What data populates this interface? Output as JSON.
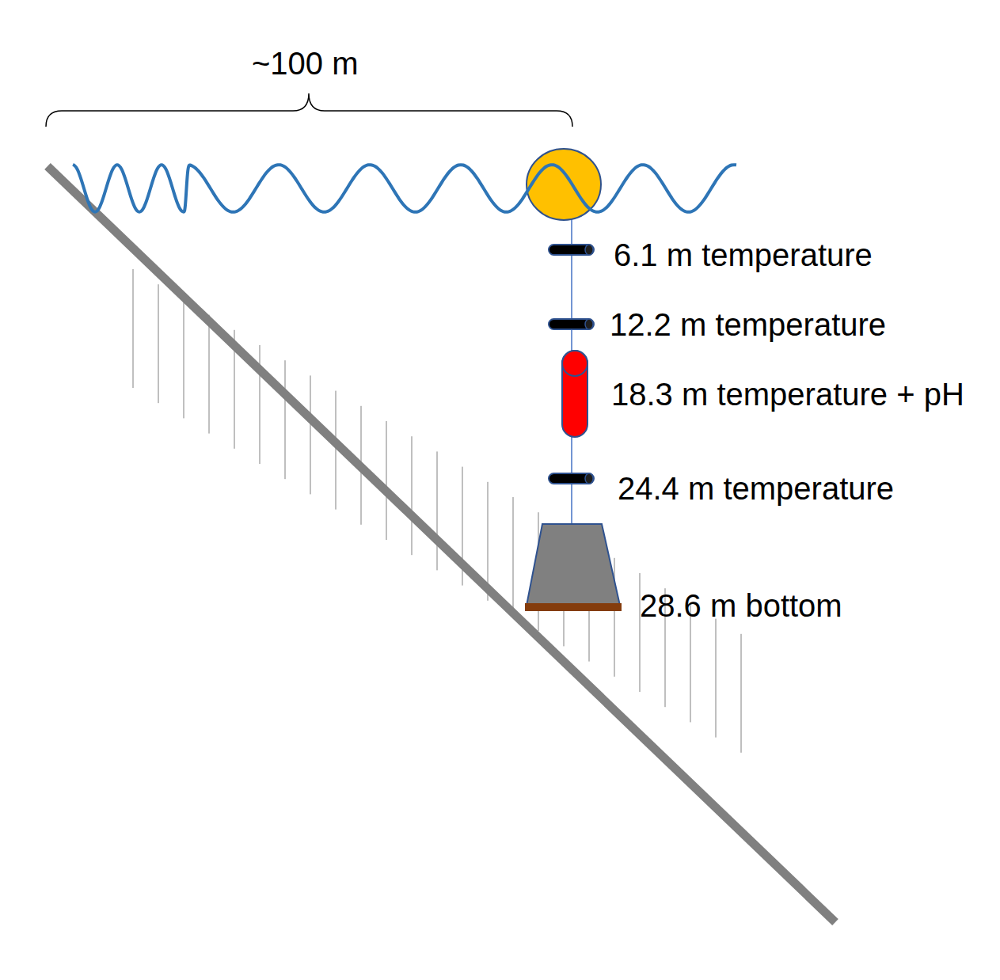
{
  "diagram": {
    "labels": [
      "~100 m",
      "6.1 m temperature",
      "12.2 m temperature",
      "18.3 m temperature + pH",
      "24.4 m temperature",
      "28.6 m bottom"
    ]
  }
}
